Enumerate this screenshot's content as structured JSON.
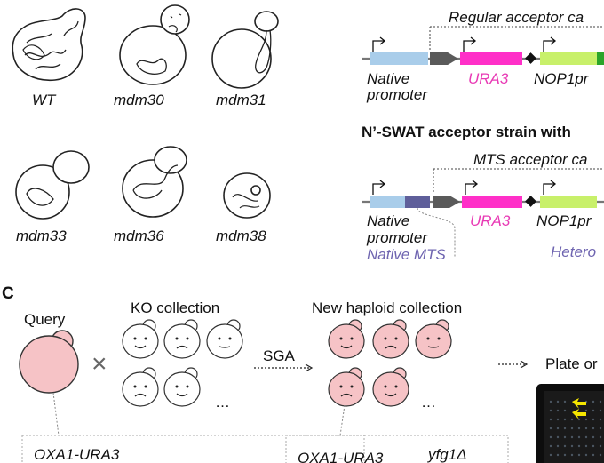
{
  "cells": {
    "wt": "WT",
    "mdm30": "mdm30",
    "mdm31": "mdm31",
    "mdm33": "mdm33",
    "mdm36": "mdm36",
    "mdm38": "mdm38"
  },
  "top_panel": {
    "regular_acceptor": "Regular acceptor ca",
    "native_promoter_1": "Native",
    "native_promoter_2": "promoter",
    "ura3": "URA3",
    "nop1pr": "NOP1pr"
  },
  "mid_panel": {
    "heading": "N’-SWAT acceptor strain with",
    "mts_acceptor": "MTS acceptor ca",
    "native_promoter_1": "Native",
    "native_promoter_2": "promoter",
    "native_mts": "Native MTS",
    "ura3": "URA3",
    "nop1pr": "NOP1pr",
    "hetero": "Hetero"
  },
  "panel_c": {
    "letter": "C",
    "query": "Query",
    "cross": "×",
    "ko_collection": "KO collection",
    "sga": "SGA",
    "new_haploid": "New haploid collection",
    "plate": "Plate or",
    "ellipsis1": "…",
    "ellipsis2": "…",
    "oxa1_1": "OXA1-URA3",
    "oxa1_2": "OXA1-URA3",
    "yfg1": "yfg1Δ"
  },
  "colors": {
    "native_blue": "#a9cdea",
    "mts_purple": "#5f5f9a",
    "ura3_pink": "#ff2fc8",
    "nop1_green": "#c8f06a",
    "yeast_pink": "#f6c3c6",
    "label_purple": "#6e64b0",
    "ura3_text": "#e83ab5"
  }
}
